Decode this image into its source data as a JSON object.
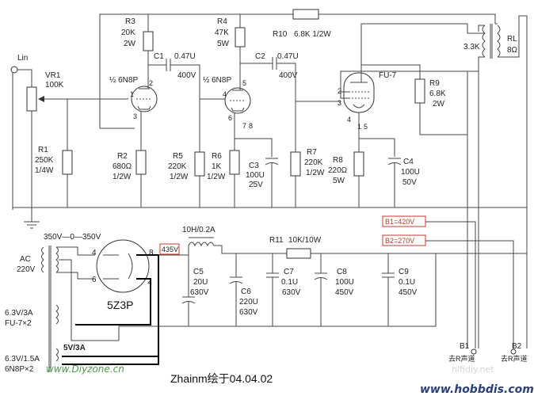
{
  "labels": {
    "r3": "R3",
    "r3_val": "20K",
    "r3_w": "2W",
    "r4": "R4",
    "r4_val": "47K",
    "r4_w": "5W",
    "r10": "R10",
    "r10_val": "6.8K 1/2W",
    "c1": "C1",
    "c1_val": "0.47U",
    "c1_v": "400V",
    "c2": "C2",
    "c2_val": "0.47U",
    "c2_v": "400V",
    "rl_r": "3.3K",
    "rl": "RL",
    "rl_ohm": "8Ω",
    "lin": "Lin",
    "vr1": "VR1",
    "vr1_val": "100K",
    "v1": "½ 6N8P",
    "v2": "½ 6N8P",
    "fu7": "FU-7",
    "r9": "R9",
    "r9_val": "6.8K",
    "r9_w": "2W",
    "r1": "R1",
    "r1_val": "250K",
    "r1_w": "1/4W",
    "r2": "R2",
    "r2_val": "680Ω",
    "r2_w": "1/2W",
    "r5": "R5",
    "r5_val": "220K",
    "r5_w": "1/2W",
    "r6": "R6",
    "r6_val": "1K",
    "r6_w": "1/2W",
    "c3": "C3",
    "c3_val": "100U",
    "c3_v": "25V",
    "r7": "R7",
    "r7_val": "220K",
    "r7_w": "1/2W",
    "r8": "R8",
    "r8_val": "220Ω",
    "r8_w": "5W",
    "c4": "C4",
    "c4_val": "100U",
    "c4_v": "50V",
    "pins": {
      "p2a": "2",
      "p3a": "3",
      "p1a": "1",
      "p5": "5",
      "p4": "4",
      "p6": "6",
      "p7": "7",
      "p8": "8",
      "fp2": "2",
      "fp3": "3",
      "fp4": "4",
      "fp1": "1",
      "fp5": "5"
    },
    "tx_sec": "350V—0—350V",
    "choke": "10H/0.2A",
    "b1_box": "B1=420V",
    "b2_box": "B2=270V",
    "r11": "R11",
    "r11_val": "10K/10W",
    "ac": "AC",
    "ac_v": "220V",
    "rect": "5Z3P",
    "rp4": "4",
    "rp8": "8",
    "rp6": "6",
    "rp2": "2",
    "v435": "435V",
    "c5": "C5",
    "c5_val": "20U",
    "c5_v": "630V",
    "c6": "C6",
    "c6_val": "220U",
    "c6_v": "630V",
    "c7": "C7",
    "c7_val": "0.1U",
    "c7_v": "630V",
    "c8": "C8",
    "c8_val": "100U",
    "c8_v": "450V",
    "c9": "C9",
    "c9_val": "0.1U",
    "c9_v": "450V",
    "fil1": "6.3V/3A",
    "fil1b": "FU-7×2",
    "fil2": "5V/3A",
    "fil3": "6.3V/1.5A",
    "fil3b": "6N8P×2",
    "b1": "B1",
    "b1_note": "去R声道",
    "b2": "B2",
    "b2_note": "去R声道",
    "title": "Zhainm绘于04.04.02",
    "wm_site": "www.Diyzone.cn",
    "wm_site2": "hifidiy.net",
    "wm_site3": "www.hobbdis.com"
  }
}
